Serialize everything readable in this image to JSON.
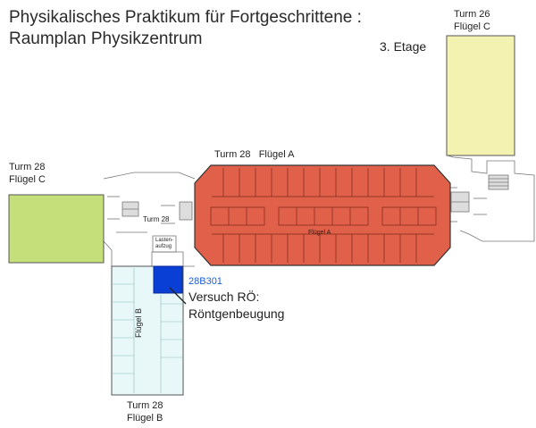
{
  "title_line1": "Physikalisches Praktikum für Fortgeschrittene :",
  "title_line2": "Raumplan Physikzentrum",
  "floor": "3. Etage",
  "labels": {
    "turm26": "Turm 26",
    "fluegel_c_top": "Flügel C",
    "turm28_left": "Turm 28",
    "fluegel_c_left": "Flügel C",
    "turm28_fluegel_a": "Turm 28   Flügel A",
    "turm28_small": "Turm 28",
    "fluegel_a_inner": "Flügel A",
    "fluegel_b_inner": "Flügel B",
    "turm28_bottom": "Turm 28",
    "fluegel_b_bottom": "Flügel B",
    "lasten_aufzug": "Lasten-\naufzug"
  },
  "highlight": {
    "room": "28B301",
    "line1": "Versuch RÖ:",
    "line2": "Röntgenbeugung"
  },
  "colors": {
    "fluegel_a": "#e0604a",
    "fluegel_c": "#f4f2b0",
    "fluegel_b": "#e8f8f8",
    "highlight_room": "#0a3fd6",
    "room_code": "#1a5fd0"
  }
}
